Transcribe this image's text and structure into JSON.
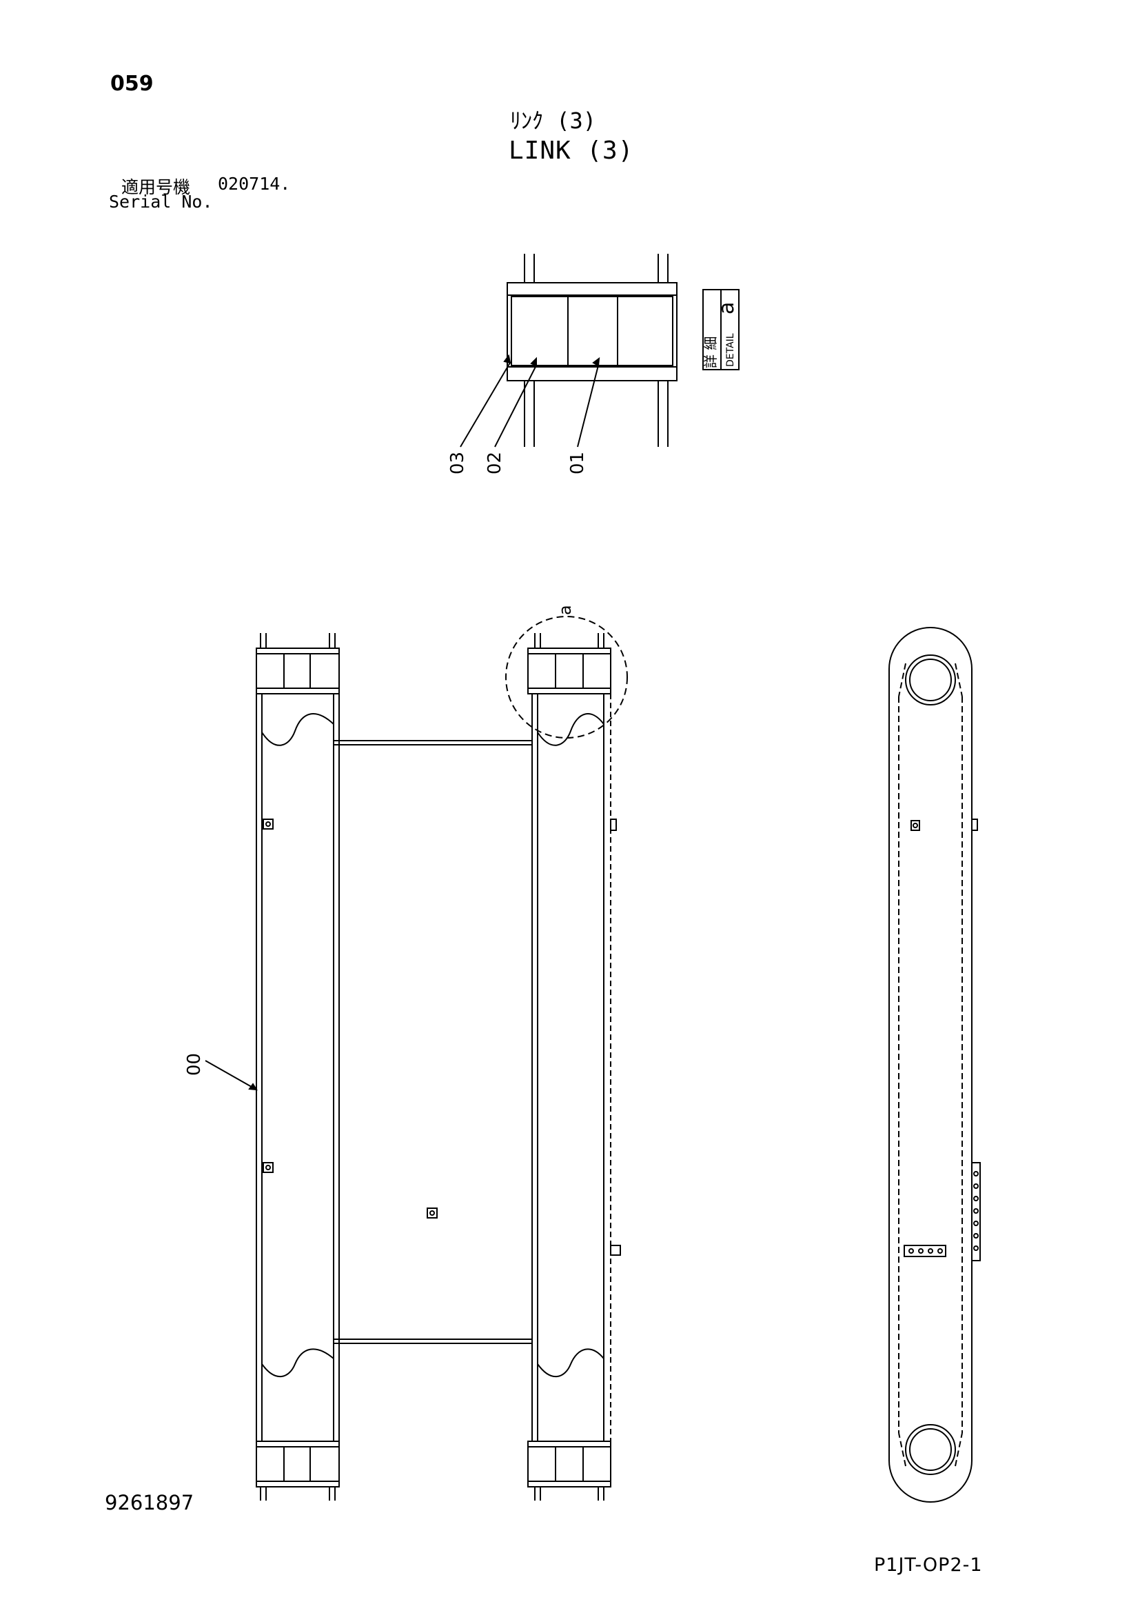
{
  "header": {
    "page_number": "059",
    "title_ja": "ﾘﾝｸ (3)",
    "title_en": "LINK (3)",
    "serial_label_ja": "適用号機",
    "serial_value": "020714.",
    "serial_label_en": "Serial No."
  },
  "detail_box": {
    "label_ja": "詳 細",
    "label_en": "DETAIL",
    "letter": "a"
  },
  "callouts": {
    "part_03": "03",
    "part_02": "02",
    "part_01": "01",
    "part_00": "00",
    "detail_marker": "a"
  },
  "footer": {
    "part_number": "9261897",
    "catalog_ref": "P1JT-OP2-1"
  }
}
